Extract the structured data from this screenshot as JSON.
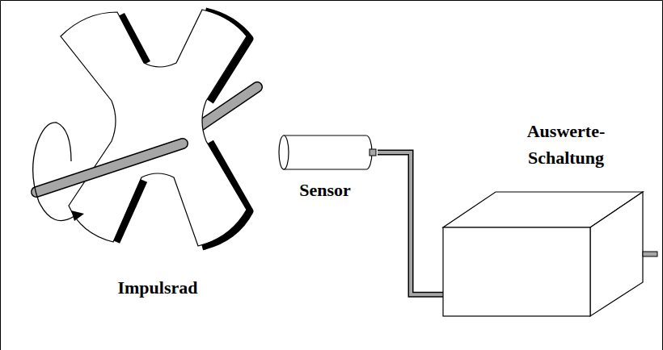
{
  "diagram": {
    "nodes": [
      {
        "text": [
          "Sensor"
        ]
      },
      {
        "text": [
          "Auswerte- Schaltung"
        ]
      }
    ],
    "edges": [
      {
        "from": 0,
        "to": 1,
        "arrow": "none"
      }
    ],
    "labels": [
      "Impulsrad"
    ]
  }
}
